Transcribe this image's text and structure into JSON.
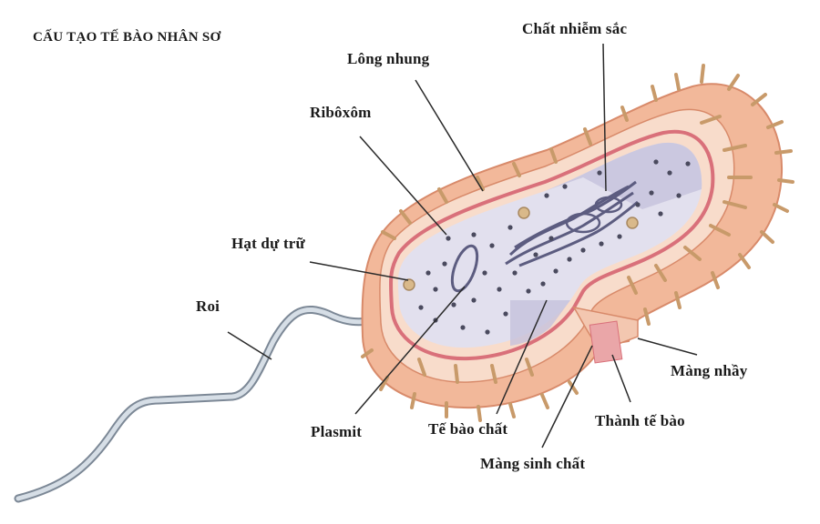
{
  "title": "CẤU TẠO TẾ BÀO NHÂN SƠ",
  "colors": {
    "background": "#ffffff",
    "capsule": "#f2b89a",
    "capsule_edge": "#d88a6a",
    "cell_wall": "#f6d8c6",
    "membrane": "#d9707a",
    "cytoplasm": "#e2e0ee",
    "cytoplasm_shadow": "#c5c2dc",
    "ribosome": "#4a4a5e",
    "pili": "#c89a6a",
    "flagellum": "#b8c4d0",
    "leader_line": "#2a2a2a",
    "text": "#1a1a1a"
  },
  "labels": [
    {
      "id": "chat-nhiem-sac",
      "text": "Chất nhiễm sắc"
    },
    {
      "id": "long-nhung",
      "text": "Lông nhung"
    },
    {
      "id": "riboxom",
      "text": "Ribôxôm"
    },
    {
      "id": "hat-du-tru",
      "text": "Hạt dự trữ"
    },
    {
      "id": "roi",
      "text": "Roi"
    },
    {
      "id": "plasmit",
      "text": "Plasmit"
    },
    {
      "id": "te-bao-chat",
      "text": "Tế bào chất"
    },
    {
      "id": "mang-sinh-chat",
      "text": "Màng sinh chất"
    },
    {
      "id": "thanh-te-bao",
      "text": "Thành tế bào"
    },
    {
      "id": "mang-nhay",
      "text": "Màng nhầy"
    }
  ]
}
